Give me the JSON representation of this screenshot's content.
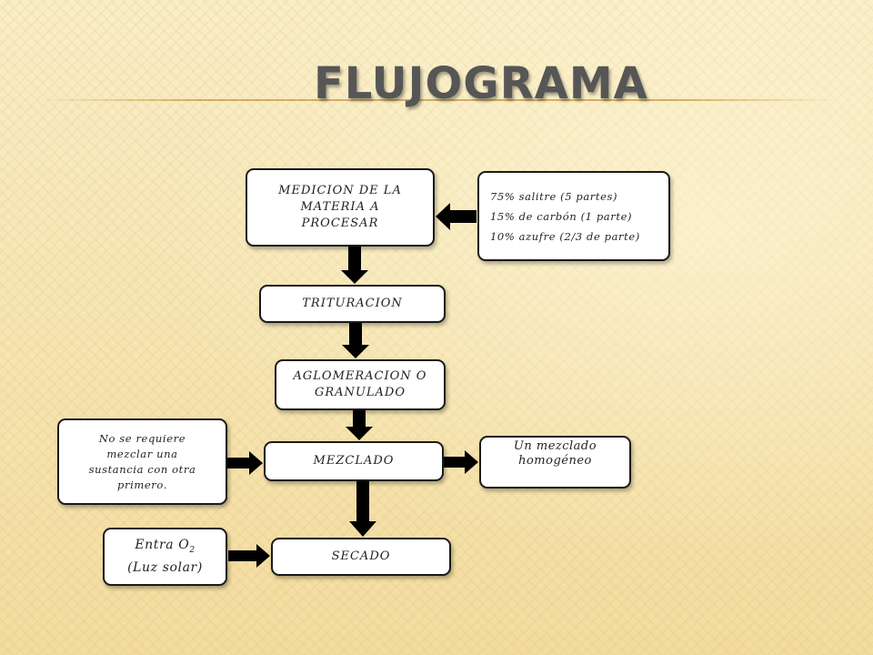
{
  "title": "FLUJOGRAMA",
  "nodes": {
    "medicion": {
      "lines": [
        "MEDICION DE LA",
        "MATERIA A",
        "PROCESAR"
      ]
    },
    "proporciones": {
      "lines": [
        "75% salitre (5 partes)",
        "15% de carbón (1 parte)",
        "10% azufre (2/3 de parte)"
      ]
    },
    "trituracion": {
      "label": "TRITURACION"
    },
    "aglomeracion": {
      "lines": [
        "AGLOMERACION O",
        "GRANULADO"
      ]
    },
    "nota_mezcla": {
      "lines": [
        "No se requiere",
        "mezclar una",
        "sustancia con otra",
        "primero."
      ]
    },
    "mezclado": {
      "label": "MEZCLADO"
    },
    "resultado": {
      "lines": [
        "Un mezclado",
        "homogéneo"
      ]
    },
    "entra": {
      "prefix": "Entra O",
      "subscript": "2",
      "line2": "(Luz solar)"
    },
    "secado": {
      "label": "SECADO"
    }
  }
}
